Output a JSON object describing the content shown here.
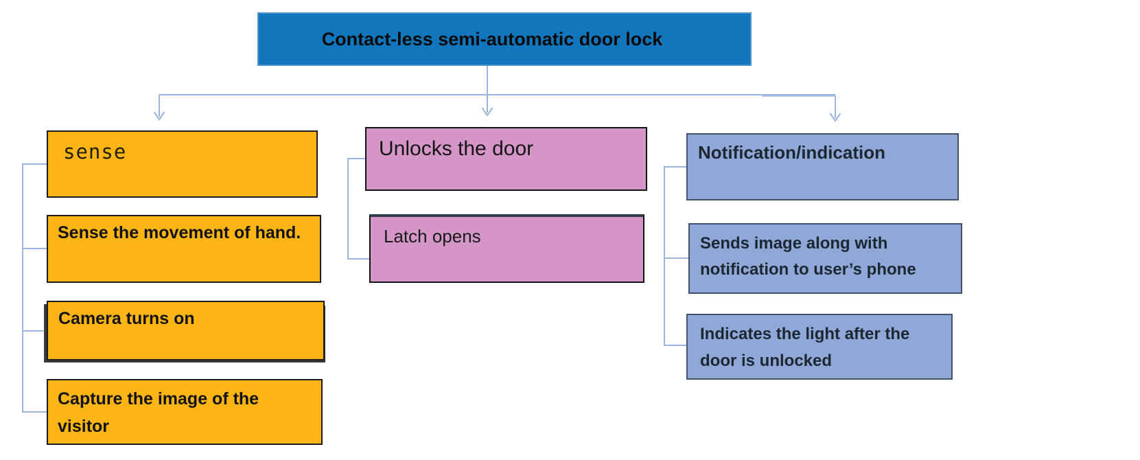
{
  "diagram": {
    "root": {
      "label": "Contact-less semi-automatic door lock"
    },
    "branches": [
      {
        "id": "sense",
        "header": "sense",
        "children": [
          "Sense the movement of hand.",
          "Camera turns on",
          "Capture the image of the visitor"
        ]
      },
      {
        "id": "unlocks-the-door",
        "header": "Unlocks the door",
        "children": [
          "Latch opens"
        ]
      },
      {
        "id": "notification-indication",
        "header": "Notification/indication",
        "children": [
          "Sends image along with notification to user’s phone",
          "Indicates the light after the door is unlocked"
        ]
      }
    ],
    "colors": {
      "root_fill": "#1276bd",
      "root_border": "#4f95cf",
      "sense_fill": "#fcb514",
      "sense_border": "#1c1c1c",
      "unlock_fill": "#d495c7",
      "unlock_border": "#121212",
      "notification_fill": "#8fa8d8",
      "notification_border": "#42516b",
      "connector": "#9ab5e2"
    }
  }
}
